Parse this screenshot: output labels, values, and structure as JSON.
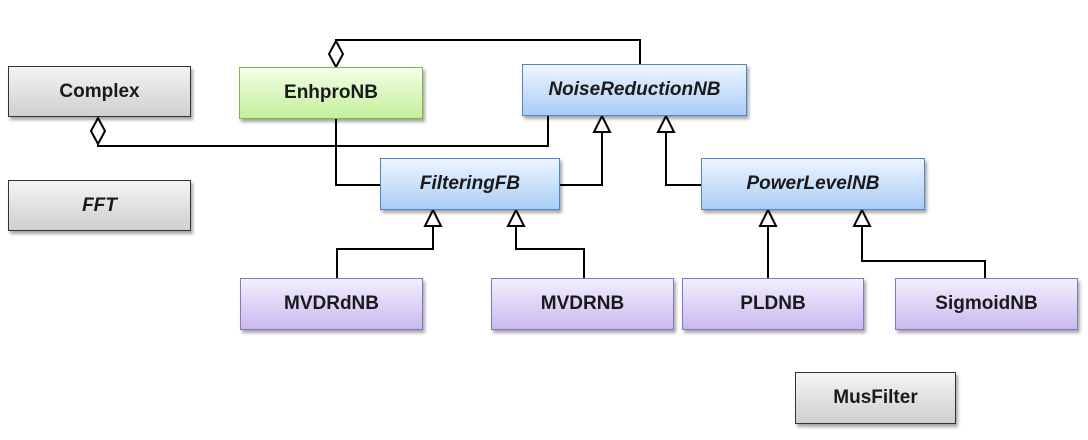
{
  "classes": {
    "complex": "Complex",
    "fft": "FFT",
    "enhpro": "EnhproNB",
    "noise_reduction": "NoiseReductionNB",
    "filtering": "FilteringFB",
    "power_level": "PowerLevelNB",
    "mvdrd": "MVDRdNB",
    "mvdr": "MVDRNB",
    "pld": "PLDNB",
    "sigmoid": "SigmoidNB",
    "musfilter": "MusFilter"
  },
  "colors": {
    "utility": "#d9d9d9",
    "main": "#c4ef9c",
    "abstract": "#a9cdf5",
    "concrete": "#c9b9ee",
    "line": "#000000"
  },
  "relations": [
    {
      "type": "aggregation",
      "whole": "EnhproNB",
      "part": "NoiseReductionNB"
    },
    {
      "type": "aggregation",
      "whole": "Complex",
      "part": "NoiseReductionNB"
    },
    {
      "type": "generalization",
      "child": "EnhproNB",
      "parent": "FilteringFB"
    },
    {
      "type": "generalization",
      "child": "FilteringFB",
      "parent": "NoiseReductionNB"
    },
    {
      "type": "generalization",
      "child": "PowerLevelNB",
      "parent": "NoiseReductionNB"
    },
    {
      "type": "generalization",
      "child": "MVDRdNB",
      "parent": "FilteringFB"
    },
    {
      "type": "generalization",
      "child": "MVDRNB",
      "parent": "FilteringFB"
    },
    {
      "type": "generalization",
      "child": "PLDNB",
      "parent": "PowerLevelNB"
    },
    {
      "type": "generalization",
      "child": "SigmoidNB",
      "parent": "PowerLevelNB"
    }
  ]
}
